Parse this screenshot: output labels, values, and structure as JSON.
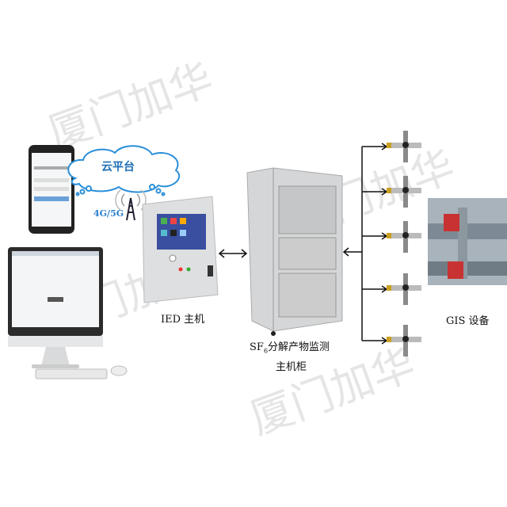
{
  "watermark": "厦门加华",
  "cloud": {
    "label": "云平台"
  },
  "network": {
    "label": "4G/5G"
  },
  "ied": {
    "label": "IED 主机"
  },
  "cabinet": {
    "label_prefix": "SF",
    "label_sub": "6",
    "label_line1": "分解产物监测",
    "label_line2": "主机柜"
  },
  "gis": {
    "label": "GIS 设备"
  },
  "colors": {
    "cloud_outline": "#2a8fd8",
    "cloud_text": "#1f6fb5",
    "network_text": "#2a7fd0",
    "arrow": "#111111"
  }
}
